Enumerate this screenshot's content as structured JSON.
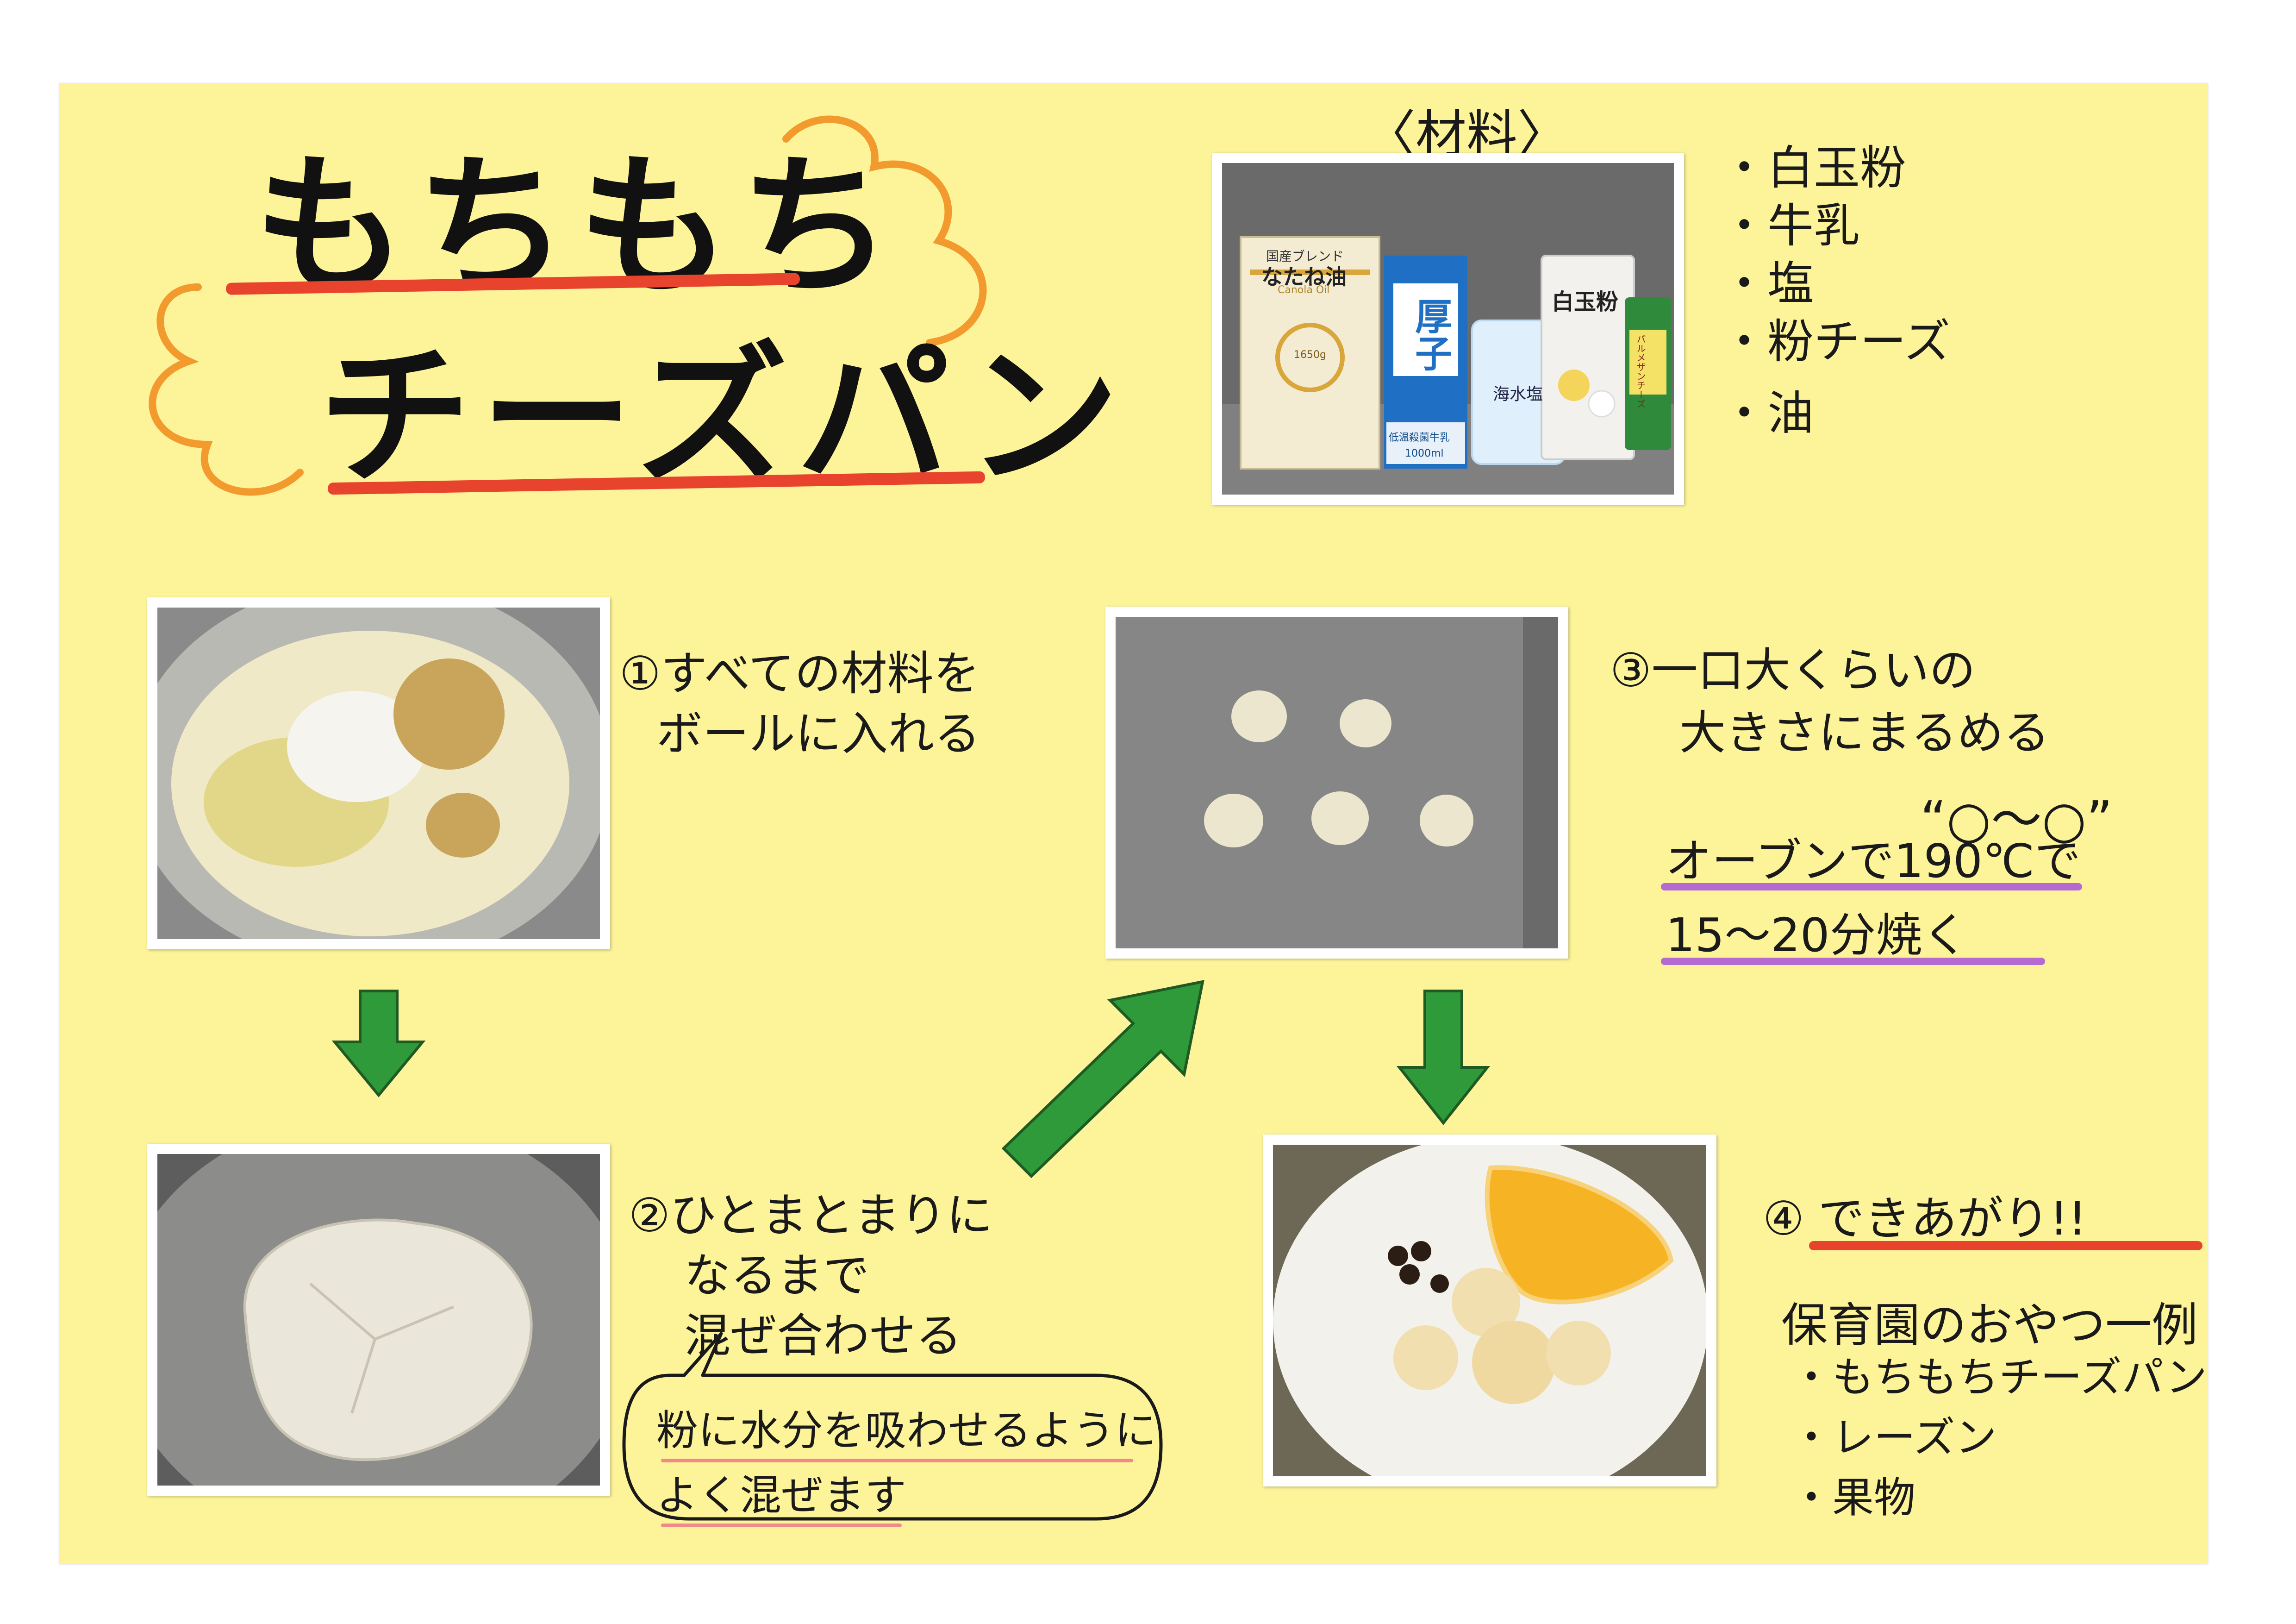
{
  "title": {
    "line1": "もちもち",
    "line2": "チーズパン"
  },
  "ingredients": {
    "heading": "〈材料〉",
    "items": [
      "・白玉粉",
      "・牛乳",
      "・塩",
      "・粉チーズ",
      "・油"
    ],
    "photo_labels": {
      "oil_brand": "国産ブレンド",
      "oil_name": "なたね油",
      "oil_sub": "Canola Oil",
      "oil_weight": "1650g",
      "milk_name": "厚子",
      "milk_type": "低温殺菌牛乳",
      "milk_volume": "1000ml",
      "salt_name": "海水塩",
      "flour_name": "白玉粉",
      "cheese_name": "パルメザンチーズ"
    }
  },
  "steps": {
    "step1": {
      "num": "①",
      "lines": [
        "すべての材料を",
        "ボールに入れる"
      ]
    },
    "step2": {
      "num": "②",
      "lines": [
        "ひとまとまりに",
        "なるまで",
        "混ぜ合わせる"
      ],
      "bubble": [
        "粉に水分を吸わせるように",
        "よく混ぜます"
      ]
    },
    "step3": {
      "num": "③",
      "lines": [
        "一口大くらいの",
        "大きさにまるめる"
      ],
      "shape": "“○～○”",
      "bake": [
        "オーブンで190℃で",
        "15～20分焼く"
      ]
    },
    "step4": {
      "num": "④",
      "heading": "できあがり!!",
      "sub": "保育園のおやつ一例",
      "items": [
        "・もちもちチーズパン",
        "・レーズン",
        "・果物"
      ]
    }
  },
  "colors": {
    "paper": "#fdf49a",
    "underline_red": "#e8432d",
    "underline_purple": "#b46ad0",
    "underline_pink": "#f08a8a",
    "arrow_green": "#2e9a3a",
    "cloud_orange": "#f29a2e"
  }
}
